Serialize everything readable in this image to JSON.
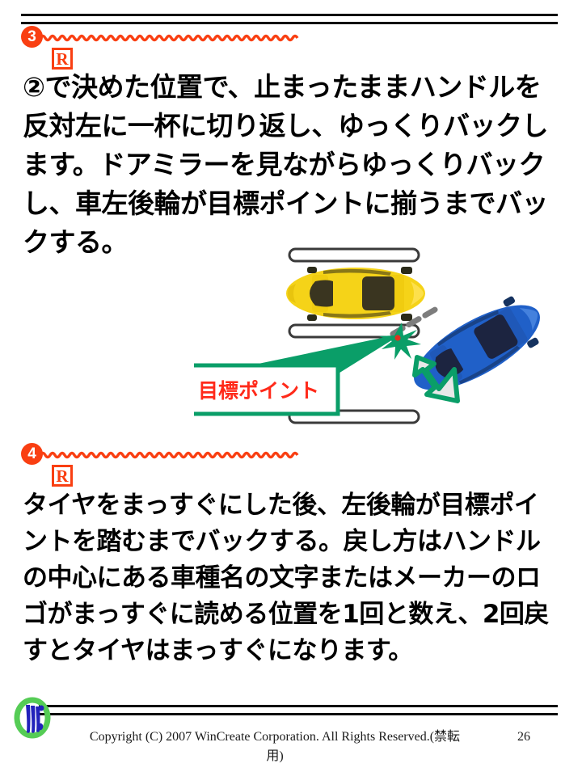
{
  "slide": {
    "page_number": "26",
    "rule_color": "#000000",
    "accent_color": "#f93f12",
    "diagram_green": "#0a9e68",
    "label_red": "#ff2a1a"
  },
  "steps": [
    {
      "badge": "3",
      "marker": "R",
      "text": "②で決めた位置で、止まったままハンドルを反対左に一杯に切り返し、ゆっくりバックします。ドアミラーを見ながらゆっくりバックし、車左後輪が目標ポイントに揃うまでバックする。"
    },
    {
      "badge": "4",
      "marker": "R",
      "text": "タイヤをまっすぐにした後、左後輪が目標ポイントを踏むまでバックする。戻し方はハンドルの中心にある車種名の文字またはメーカーのロゴがまっすぐに読める位置を1回と数え、2回戻すとタイヤはまっすぐになります。"
    }
  ],
  "diagram": {
    "callout_label": "目標ポイント",
    "callout_text_color": "#ff2a1a",
    "callout_border_color": "#0a9e68",
    "parked_car_color": "#f5d318",
    "reversing_car_color": "#2060c8",
    "bay_line_color": "#333333",
    "star_color": "#0a9e68",
    "star_center_color": "#e03020",
    "arrow_fill": "#e8e8e8",
    "arrow_outline": "#0a9e68"
  },
  "footer": {
    "copyright_line1": "Copyright (C) 2007 WinCreate Corporation. All Rights",
    "copyright_line2": "Reserved.(禁転用)",
    "logo_text": "Win",
    "logo_ring_color": "#55cc55",
    "logo_text_color": "#2222bb"
  }
}
